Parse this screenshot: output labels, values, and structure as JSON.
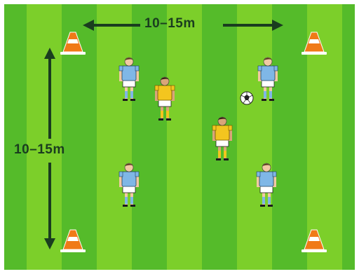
{
  "diagram": {
    "horizontal_dimension_label": "10–15m",
    "vertical_dimension_label": "10–15m",
    "colors": {
      "stripe_light": "#7ccf2a",
      "stripe_dark": "#3fae2a",
      "border": "#ffffff",
      "arrow": "#1a3d1f",
      "cone": "#f07a17",
      "team_blue_shirt": "#7fb7e6",
      "team_yellow_shirt": "#f3c51f"
    },
    "cones": [
      "top-left",
      "top-right",
      "bottom-left",
      "bottom-right"
    ],
    "players": [
      {
        "team": "blue"
      },
      {
        "team": "yellow"
      },
      {
        "team": "blue"
      },
      {
        "team": "yellow"
      },
      {
        "team": "blue"
      },
      {
        "team": "blue"
      }
    ],
    "ball": "football-icon"
  }
}
